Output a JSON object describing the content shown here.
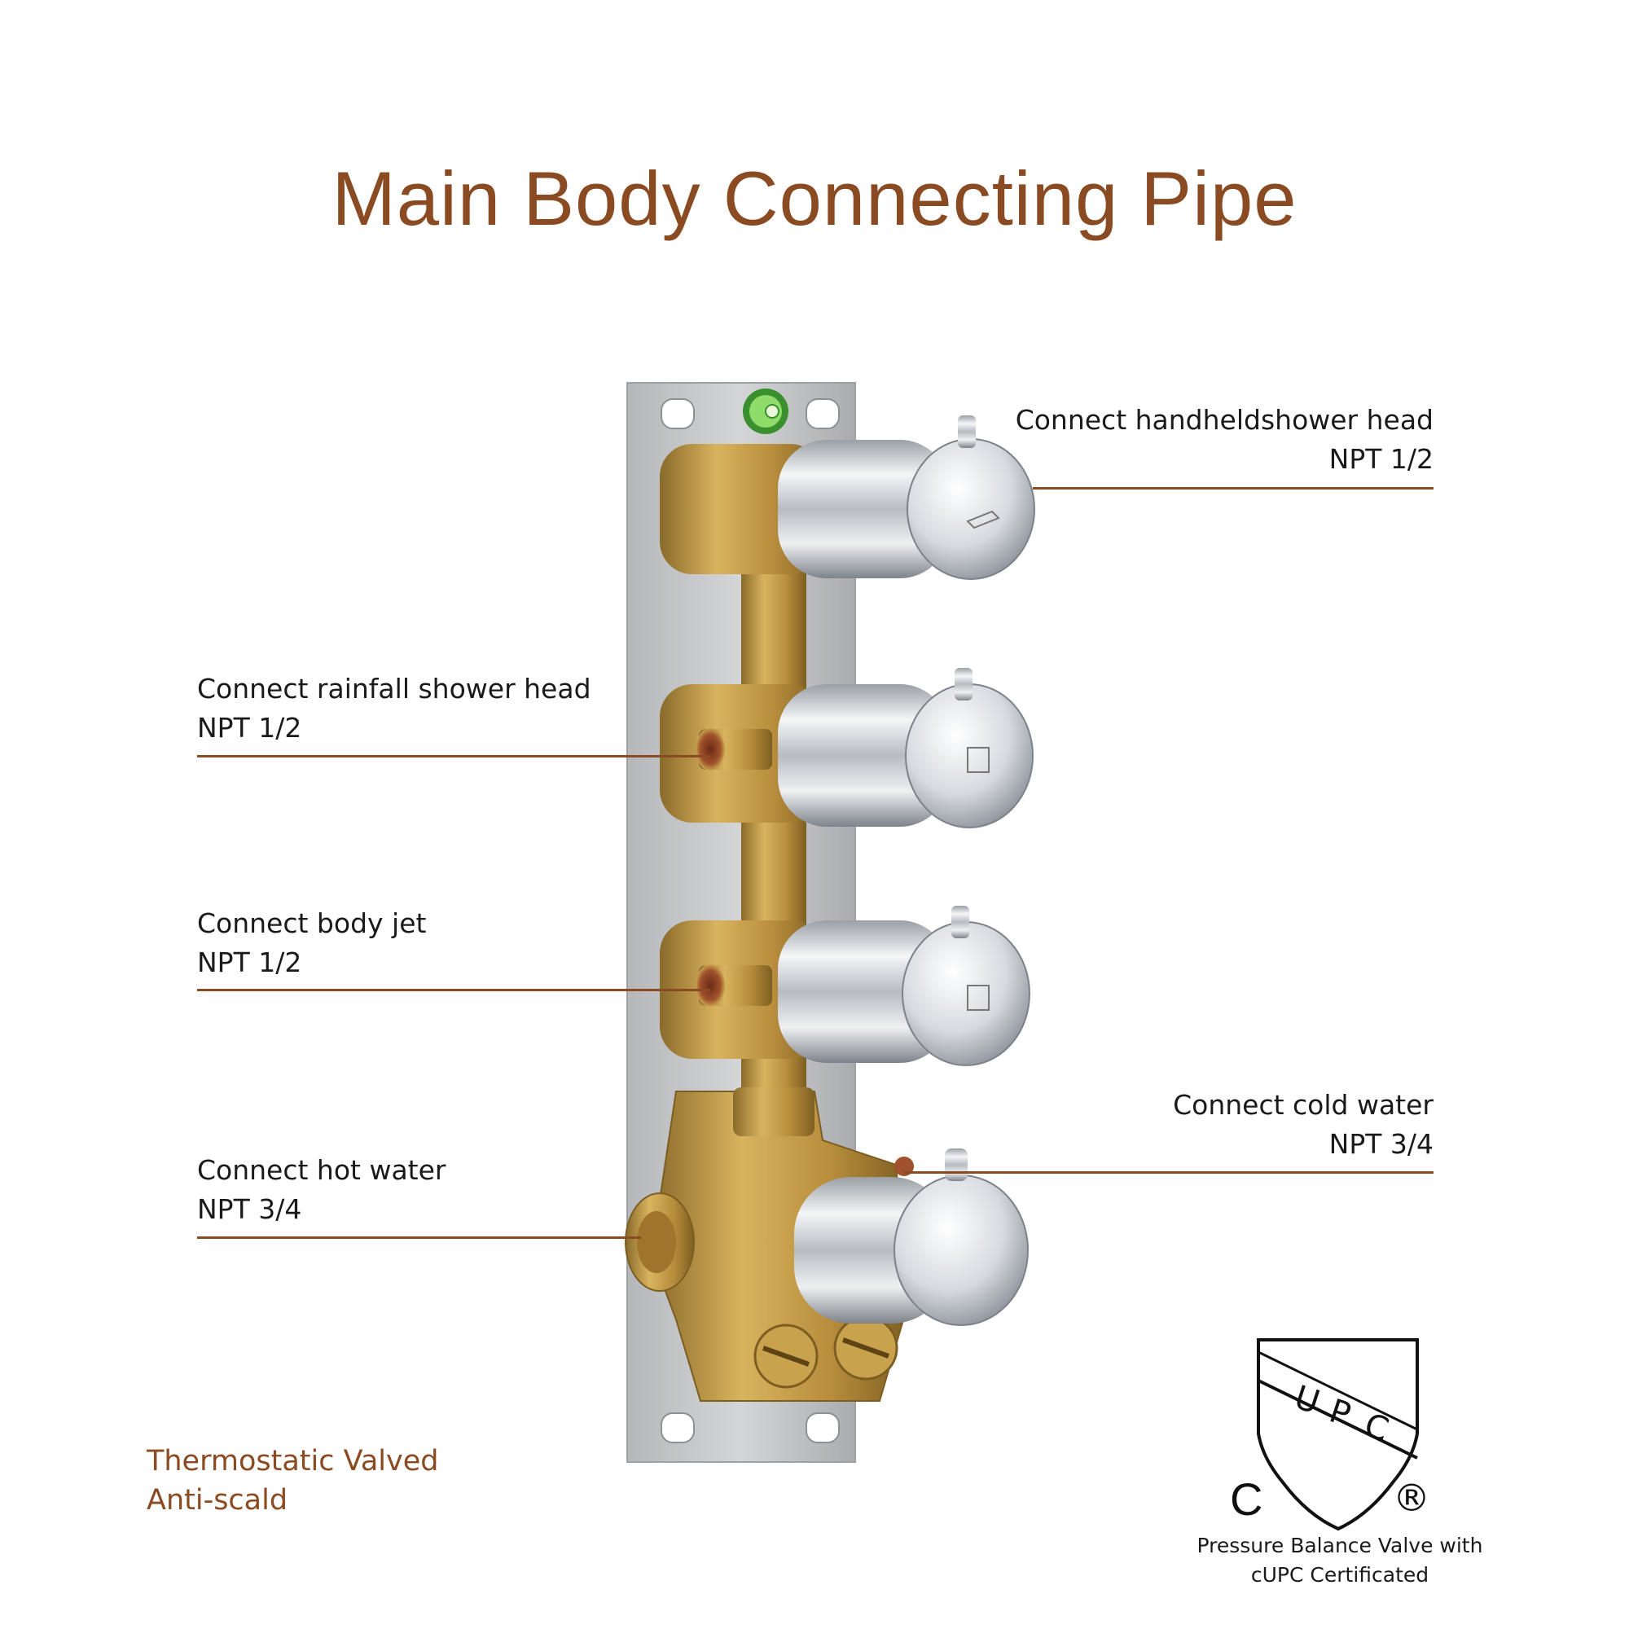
{
  "title": "Main Body Connecting Pipe",
  "callouts": {
    "handheld": {
      "line1": "Connect handheldshower head",
      "line2": "NPT 1/2"
    },
    "rainfall": {
      "line1": "Connect rainfall shower head",
      "line2": "NPT 1/2"
    },
    "body_jet": {
      "line1": "Connect body jet",
      "line2": "NPT 1/2"
    },
    "cold_water": {
      "line1": "Connect cold water",
      "line2": "NPT 3/4"
    },
    "hot_water": {
      "line1": "Connect hot water",
      "line2": "NPT 3/4"
    }
  },
  "features": {
    "line1": "Thermostatic Valved",
    "line2": "Anti-scald"
  },
  "certification": {
    "logo_letters": [
      "U",
      "P",
      "C"
    ],
    "c_mark": "C",
    "registered_mark": "®",
    "caption_line1": "Pressure Balance Valve with",
    "caption_line2": "cUPC Certificated"
  },
  "colors": {
    "accent": "#8a4a22",
    "text": "#1a1a1a",
    "brass": "#c9a24e",
    "chrome": "#d9dde2",
    "steel_plate": "#c7c9cb"
  }
}
